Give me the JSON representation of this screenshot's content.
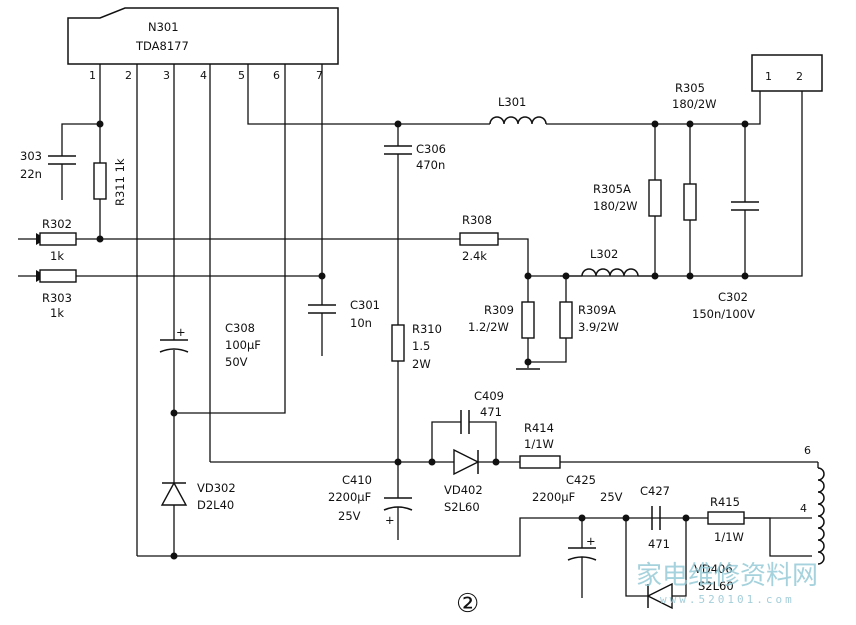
{
  "ic": {
    "ref": "N301",
    "part": "TDA8177",
    "pins": [
      "1",
      "2",
      "3",
      "4",
      "5",
      "6",
      "7"
    ]
  },
  "connector": {
    "pins": [
      "1",
      "2"
    ]
  },
  "resistors": {
    "r311": {
      "ref": "R311",
      "value": "1k"
    },
    "r302": {
      "ref": "R302",
      "value": "1k"
    },
    "r303": {
      "ref": "R303",
      "value": "1k"
    },
    "r308": {
      "ref": "R308",
      "value": "2.4k"
    },
    "r309": {
      "ref": "R309",
      "value": "1.2/2W"
    },
    "r309a": {
      "ref": "R309A",
      "value": "3.9/2W"
    },
    "r310": {
      "ref": "R310",
      "value": "1.5",
      "rating": "2W"
    },
    "r305": {
      "ref": "R305",
      "value": "180/2W"
    },
    "r305a": {
      "ref": "R305A",
      "value": "180/2W"
    },
    "r414": {
      "ref": "R414",
      "value": "1/1W"
    },
    "r415": {
      "ref": "R415",
      "value": "1/1W"
    }
  },
  "capacitors": {
    "c303": {
      "ref": "303",
      "value": "22n"
    },
    "c306": {
      "ref": "C306",
      "value": "470n"
    },
    "c301": {
      "ref": "C301",
      "value": "10n"
    },
    "c308": {
      "ref": "C308",
      "value": "100μF",
      "voltage": "50V"
    },
    "c302": {
      "ref": "C302",
      "value": "150n/100V"
    },
    "c409": {
      "ref": "C409",
      "value": "471"
    },
    "c410": {
      "ref": "C410",
      "value": "2200μF",
      "voltage": "25V"
    },
    "c425": {
      "ref": "C425",
      "value": "2200μF",
      "voltage": "25V"
    },
    "c427": {
      "ref": "C427",
      "value": "471"
    }
  },
  "inductors": {
    "l301": {
      "ref": "L301"
    },
    "l302": {
      "ref": "L302"
    }
  },
  "diodes": {
    "vd302": {
      "ref": "VD302",
      "part": "D2L40"
    },
    "vd402": {
      "ref": "VD402",
      "part": "S2L60"
    },
    "vd406": {
      "ref": "VD406",
      "part": "S2L60"
    }
  },
  "transformer": {
    "pins": [
      "6",
      "4"
    ]
  },
  "figure_number": "②",
  "watermark": {
    "site": "家电维修资料网",
    "url": "www.520101.com"
  }
}
